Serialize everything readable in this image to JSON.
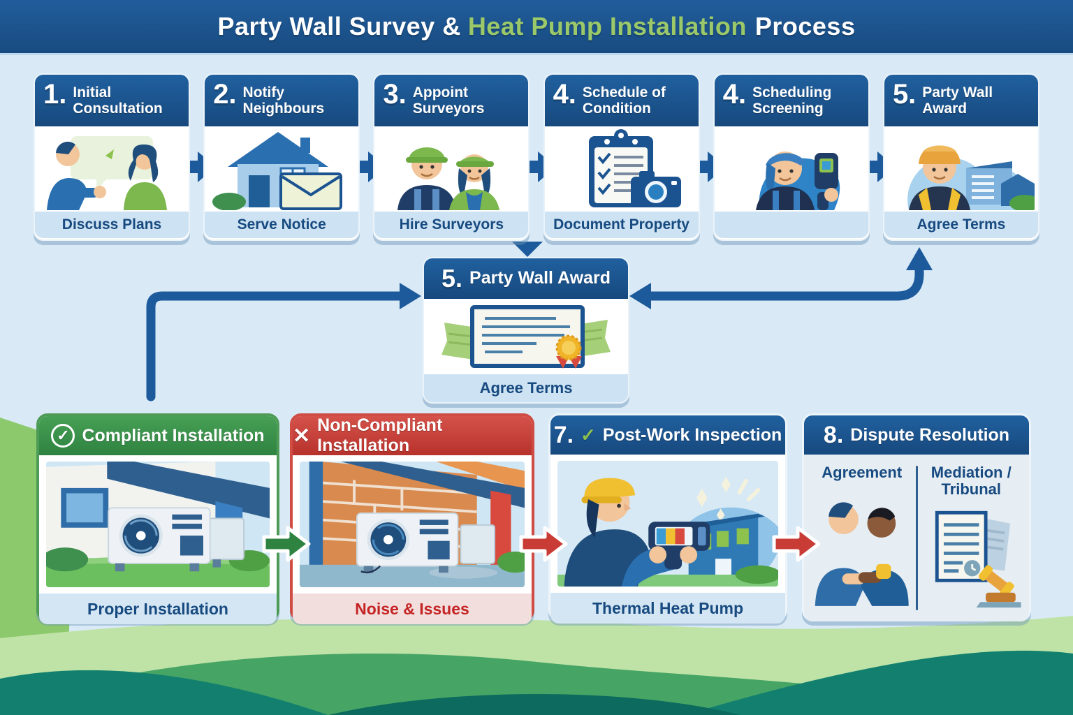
{
  "title": {
    "part1": "Party Wall Survey &",
    "highlight": "Heat Pump Installation",
    "part2": "Process"
  },
  "top_steps": [
    {
      "number": "1.",
      "title": "Initial Consultation",
      "caption": "Discuss Plans",
      "icon": "conversation-icon"
    },
    {
      "number": "2.",
      "title": "Notify Neighbours",
      "caption": "Serve Notice",
      "icon": "house-envelope-icon"
    },
    {
      "number": "3.",
      "title": "Appoint Surveyors",
      "caption": "Hire Surveyors",
      "icon": "surveyors-icon"
    },
    {
      "number": "4.",
      "title": "Schedule of Condition",
      "caption": "Document Property",
      "icon": "clipboard-camera-icon"
    },
    {
      "number": "4.",
      "title": "Scheduling Screening",
      "caption": "",
      "icon": "thermal-screening-icon"
    },
    {
      "number": "5.",
      "title": "Party Wall Award",
      "caption": "Agree Terms",
      "icon": "builder-house-icon"
    }
  ],
  "award_card": {
    "number": "5.",
    "title": "Party Wall Award",
    "caption": "Agree Terms",
    "icon": "certificate-icon"
  },
  "bottom_steps": {
    "compliant": {
      "title": "Compliant Installation",
      "caption": "Proper Installation",
      "icon_glyph": "✓"
    },
    "non_compliant": {
      "title": "Non-Compliant Installation",
      "caption": "Noise & Issues",
      "icon_glyph": "✕"
    },
    "inspection": {
      "number": "7.",
      "check_glyph": "✓",
      "title": "Post-Work Inspection",
      "caption": "Thermal Heat Pump"
    },
    "dispute": {
      "number": "8.",
      "title": "Dispute Resolution",
      "left_label": "Agreement",
      "right_label": "Mediation / Tribunal"
    }
  },
  "colors": {
    "header_bar_blue": "#1c5189",
    "card_header_blue": "#1b5390",
    "title_accent_green": "#9bc96a",
    "compliant_green": "#2e8340",
    "non_compliant_red": "#c93c35",
    "arrow_blue": "#1d5a9c",
    "footer_strip_blue": "#cde2f2",
    "footer_text_blue": "#174a80",
    "noise_text_red": "#c42424",
    "hill_light_green": "#bfe3a6",
    "hill_mid_green": "#46a465",
    "hill_teal": "#13806f"
  }
}
